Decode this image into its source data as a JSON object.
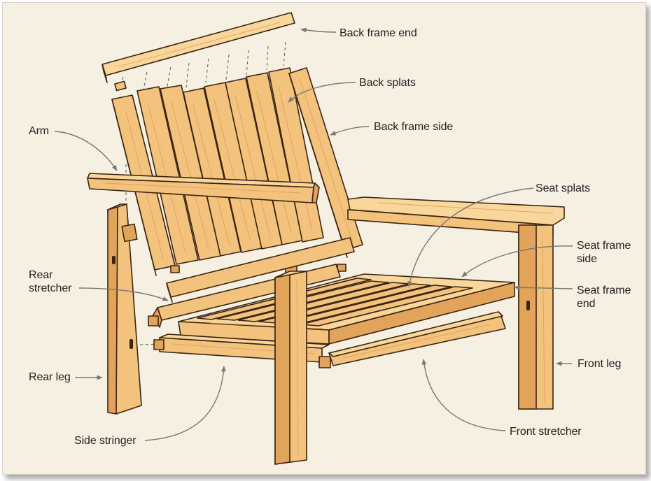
{
  "labels": {
    "back_frame_end": "Back frame end",
    "back_splats": "Back splats",
    "back_frame_side": "Back frame side",
    "arm": "Arm",
    "seat_splats": "Seat splats",
    "seat_frame_side": "Seat frame\nside",
    "seat_frame_end": "Seat frame\nend",
    "rear_stretcher": "Rear\nstretcher",
    "front_leg": "Front leg",
    "rear_leg": "Rear leg",
    "side_stringer": "Side stringer",
    "front_stretcher": "Front stretcher"
  },
  "colors": {
    "background": "#f5f0e2",
    "wood": "#f3c27d",
    "wood_shade": "#e2a45a",
    "outline": "#3a2412",
    "leader": "#777777"
  }
}
